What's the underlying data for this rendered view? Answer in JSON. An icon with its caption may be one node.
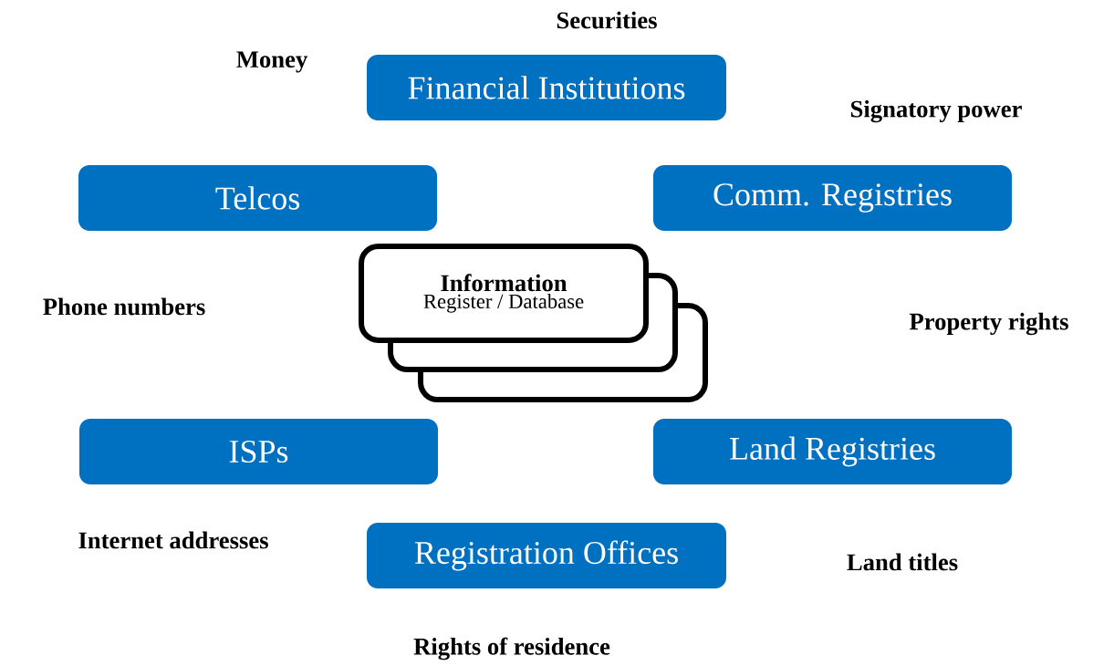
{
  "diagram": {
    "nodes": [
      {
        "text": [
          "Financial Institutions"
        ]
      },
      {
        "text": [
          "Telcos"
        ]
      },
      {
        "text": [
          "Comm. Registries"
        ]
      },
      {
        "text": [
          "Information",
          "Register / Database"
        ]
      },
      {
        "text": [
          "ISPs"
        ]
      },
      {
        "text": [
          "Land Registries"
        ]
      },
      {
        "text": [
          "Registration Offices"
        ]
      }
    ],
    "edges": [],
    "labels": [
      "Securities",
      "Money",
      "Signatory power",
      "Phone numbers",
      "Property rights",
      "Internet addresses",
      "Land titles",
      "Rights of residence"
    ]
  }
}
